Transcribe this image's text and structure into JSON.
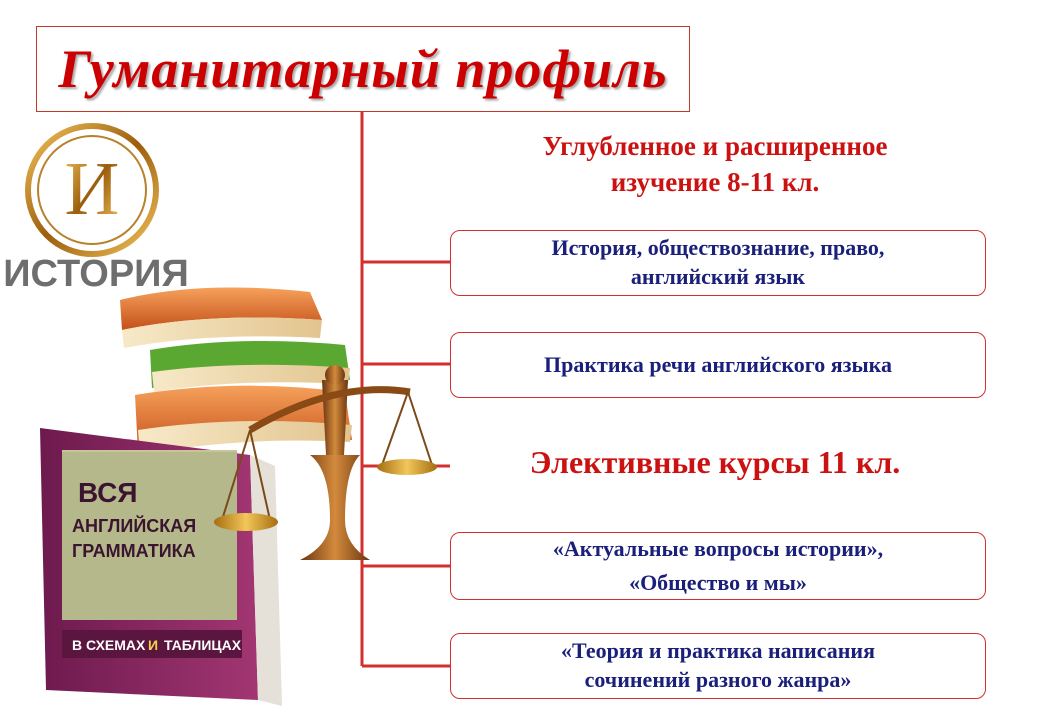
{
  "title": "Гуманитарный  профиль",
  "logo": {
    "text": "ИСТОРИЯ",
    "letter": "И"
  },
  "book_cover": {
    "lines": [
      "ВСЯ",
      "АНГЛИЙСКАЯ",
      "ГРАММАТИКА"
    ],
    "footer_left": "В СХЕМАХ",
    "footer_mid": "И",
    "footer_right": "ТАБЛИЦАХ"
  },
  "section1": {
    "line1": "Углубленное и расширенное",
    "line2": "изучение  8-11 кл."
  },
  "box1": {
    "line1": "История, обществознание, право,",
    "line2": "английский язык"
  },
  "box2": {
    "line1": "Практика речи английского языка"
  },
  "section2": {
    "line1": "Элективные курсы 11 кл."
  },
  "box3": {
    "line1": "«Актуальные вопросы истории»,",
    "line2": "«Общество и мы»"
  },
  "box4": {
    "line1": "«Теория и практика написания",
    "line2": "сочинений разного жанра»"
  },
  "colors": {
    "accent_red": "#cc0000",
    "box_border": "#d32f2f",
    "box_text": "#1a1f7a"
  }
}
